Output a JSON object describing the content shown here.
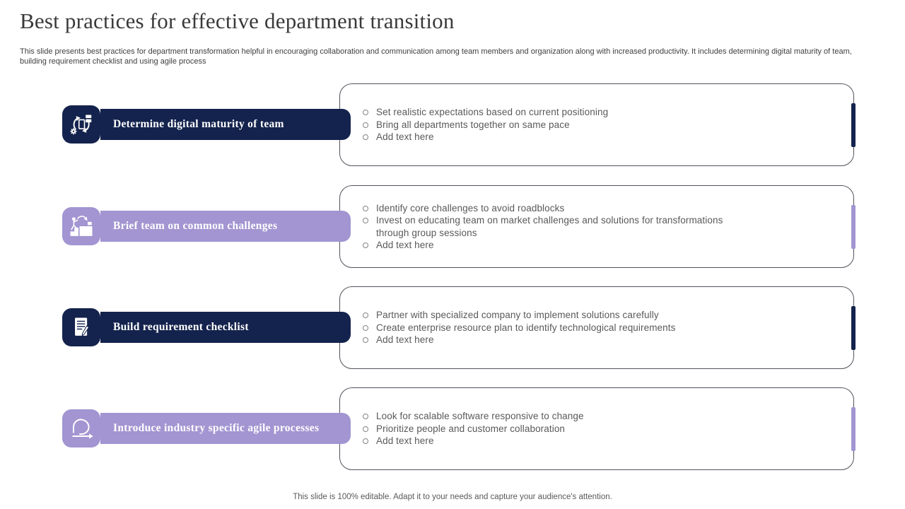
{
  "slide": {
    "title": "Best practices for effective department transition",
    "subtitle": "This slide presents best practices for department transformation helpful in encouraging collaboration and communication among team members and organization along with increased productivity. It includes determining digital maturity of team, building requirement checklist and using agile process",
    "footer": "This slide is 100% editable. Adapt it to your needs and capture your audience's attention."
  },
  "colors": {
    "navy": "#14234d",
    "purple": "#a295d1",
    "card_border": "#52525c",
    "body_text": "#595959",
    "title_text": "#3a3a3a"
  },
  "rows": [
    {
      "icon": "digital-transformation-icon",
      "theme": "navy",
      "label": "Determine digital maturity of team",
      "bullets": [
        "Set realistic expectations based on current positioning",
        "Bring all departments together on same pace",
        "Add text here"
      ]
    },
    {
      "icon": "stairs-climb-icon",
      "theme": "purple",
      "label": "Brief team on common challenges",
      "bullets": [
        "Identify core challenges to avoid roadblocks",
        "Invest on educating team on market challenges and solutions for transformations through group sessions",
        "Add text here"
      ]
    },
    {
      "icon": "document-pencil-icon",
      "theme": "navy",
      "label": "Build requirement checklist",
      "bullets": [
        "Partner with specialized company to implement solutions carefully",
        "Create enterprise resource plan to identify technological requirements",
        "Add text here"
      ]
    },
    {
      "icon": "agile-loop-icon",
      "theme": "purple",
      "label": "Introduce industry specific agile processes",
      "bullets": [
        "Look for scalable software responsive to change",
        "Prioritize people and customer collaboration",
        "Add text here"
      ]
    }
  ]
}
